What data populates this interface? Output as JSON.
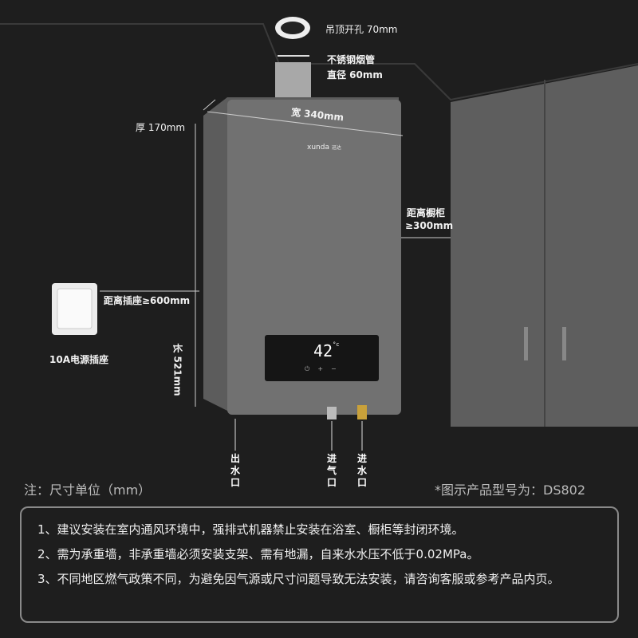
{
  "ceiling_hole": {
    "label": "吊顶开孔 70mm"
  },
  "flue_pipe": {
    "label_line1": "不锈钢烟管",
    "label_line2": "直径 60mm"
  },
  "heater": {
    "brand": "xunda",
    "brand_cn": "迅达",
    "temperature": "42",
    "unit": "°c",
    "width_label": "宽 340mm",
    "depth_label": "厚 170mm",
    "height_label": "长 521mm"
  },
  "cabinet_distance": {
    "line1": "距离橱柜",
    "line2": "≥300mm"
  },
  "socket": {
    "distance_label": "距离插座≥600mm",
    "name": "10A电源插座"
  },
  "outlets": [
    {
      "label": "出水口"
    },
    {
      "label": "进气口"
    },
    {
      "label": "进水口"
    }
  ],
  "unit_note": "注：尺寸单位（mm）",
  "model_note": "*图示产品型号为：DS802",
  "notes": [
    "1、建议安装在室内通风环境中，强排式机器禁止安装在浴室、橱柜等封闭环境。",
    "2、需为承重墙，非承重墙必须安装支架、需有地漏，自来水水压不低于0.02MPa。",
    "3、不同地区燃气政策不同，为避免因气源或尺寸问题导致无法安装，请咨询客服或参考产品内页。"
  ]
}
